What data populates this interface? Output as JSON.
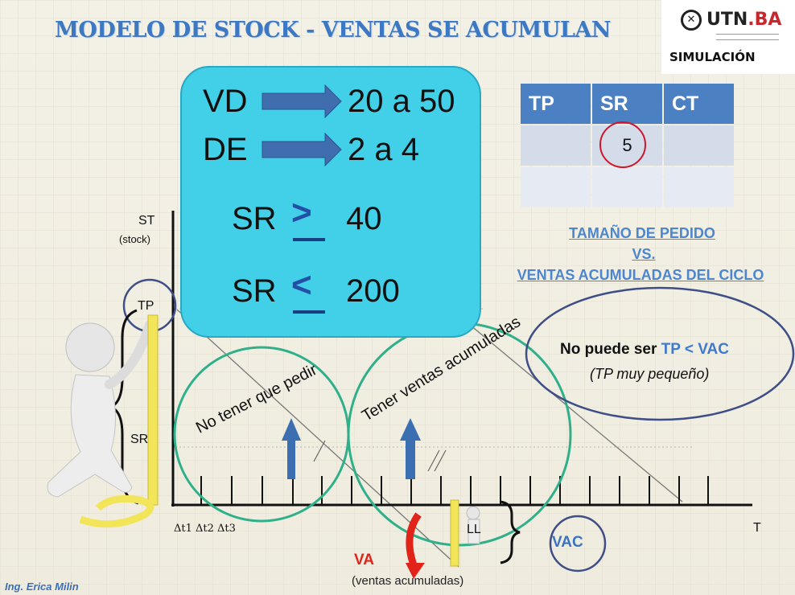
{
  "slide": {
    "title": "MODELO DE STOCK - VENTAS SE ACUMULAN",
    "logo_text": "UTN",
    "logo_text_accent": ".BA",
    "badge": "SIMULACIÓN",
    "author": "Ing. Erica Milin"
  },
  "params": {
    "vd_label": "VD",
    "vd_value": "20 a 50",
    "de_label": "DE",
    "de_value": "2 a 4",
    "sr1_label": "SR",
    "sr1_value": "40",
    "sr2_label": "SR",
    "sr2_value": "200"
  },
  "table": {
    "headers": [
      "TP",
      "SR",
      "CT"
    ],
    "rows": [
      [
        "",
        "5",
        ""
      ],
      [
        "",
        "",
        ""
      ]
    ]
  },
  "headline": {
    "line1": "TAMAÑO DE PEDIDO",
    "line2": "VS.",
    "line3": "VENTAS ACUMULADAS DEL CICLO"
  },
  "note": {
    "prefix": "No puede ser ",
    "highlight": "TP < VAC",
    "sub": "(TP muy pequeño)"
  },
  "graph": {
    "y_axis": "ST",
    "y_axis_sub": "(stock)",
    "tp_label": "TP",
    "sr_label": "SR",
    "x_axis": "T",
    "dt_labels": "Δt1 Δt2  Δt3",
    "ll_label": "LL",
    "circle1_text": "No tener que pedir",
    "circle2_text": "Tener ventas acumuladas",
    "va_label": "VA",
    "va_sub": "(ventas acumuladas)",
    "vac_label": "VAC"
  },
  "colors": {
    "title": "#3d78c3",
    "cyan_box": "#42cfe8",
    "table_header": "#4b80c2",
    "circle_green": "#2fb08a",
    "annotation_red": "#e0173f",
    "arrow_blue": "#3b6fb1"
  }
}
